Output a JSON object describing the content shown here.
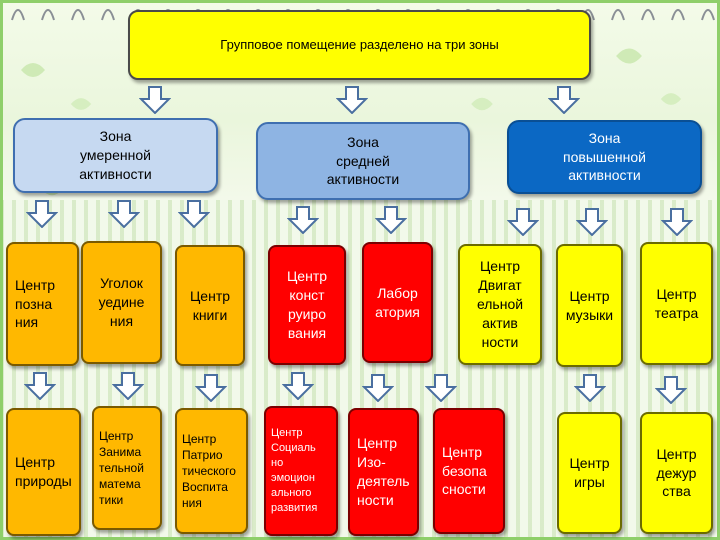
{
  "title": "Групповое помещение разделено на три зоны",
  "zones": [
    {
      "label": "Зона\nумеренной\nактивности"
    },
    {
      "label": "Зона\nсредней\nактивности"
    },
    {
      "label": "Зона\nповышенной\nактивности"
    }
  ],
  "centers": [
    {
      "label": "Центр\nпозна\nния"
    },
    {
      "label": "Уголок\nуедине\nния"
    },
    {
      "label": "Центр\nкниги"
    },
    {
      "label": "Центр\nконст\nруиро\nвания"
    },
    {
      "label": "Лабор\nатория"
    },
    {
      "label": "Центр\nДвигат\nельной\nактив\nности"
    },
    {
      "label": "Центр\nмузыки"
    },
    {
      "label": "Центр\nтеатра"
    },
    {
      "label": "Центр\nприроды"
    },
    {
      "label": "Центр\nЗанима\nтельной\nматема\nтики"
    },
    {
      "label": "Центр\nПатрио\nтического\nВоспита\nния"
    },
    {
      "label": "Центр\nСоциаль\nно\nэмоцион\nального\nразвития"
    },
    {
      "label": "Центр\nИзо-\nдеятель\nности"
    },
    {
      "label": "Центр\nбезопа\nсности"
    },
    {
      "label": "Центр\nигры"
    },
    {
      "label": "Центр\nдежур\nства"
    }
  ],
  "colors": {
    "title_fill": "#ffff00",
    "zone_moderate": "#c6d9f1",
    "zone_medium": "#8eb4e3",
    "zone_high": "#0b68c4",
    "moderate_centers": "#ffb800",
    "medium_centers": "#ff0000",
    "high_centers": "#ffff00",
    "arrow_fill": "#ffffff",
    "arrow_stroke": "#4a6fa0"
  },
  "icons": {
    "arrow": "down-arrow-icon",
    "binding": "spiral-binding-icon",
    "leaf": "leaf-icon"
  }
}
